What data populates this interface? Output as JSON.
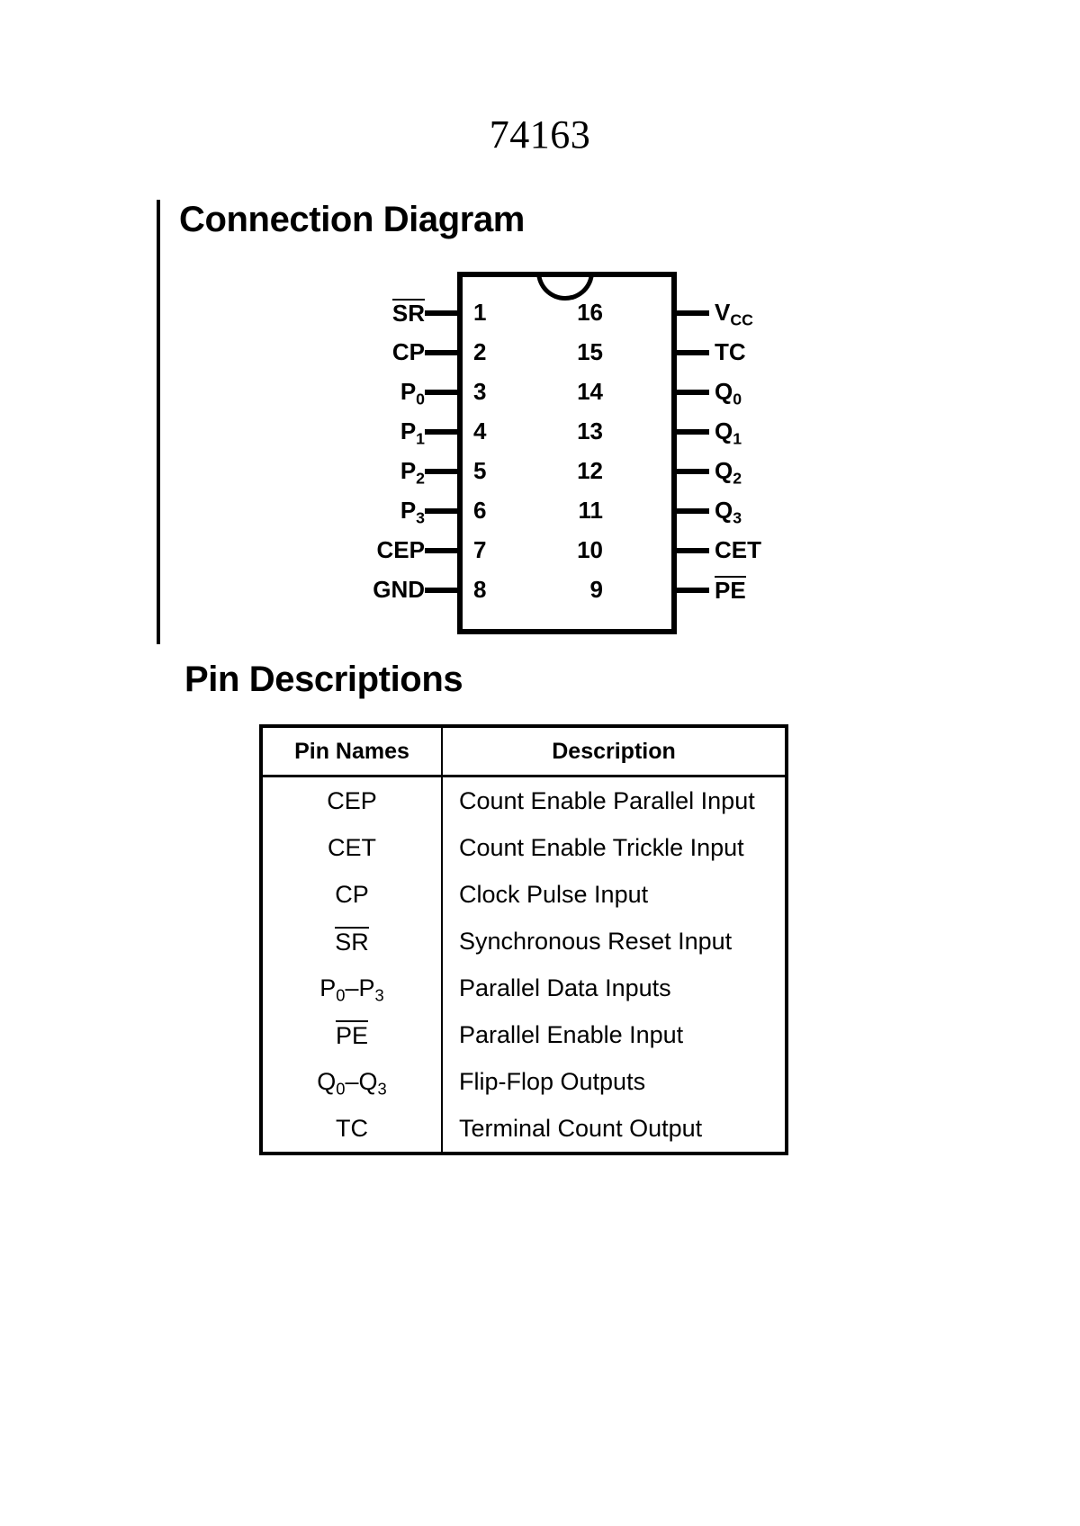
{
  "document": {
    "title": "74163"
  },
  "sections": {
    "connection_diagram": {
      "heading": "Connection Diagram",
      "package": {
        "type": "DIP-16",
        "notch": "top-center-semicircle",
        "left_pins": [
          {
            "number": "1",
            "label": "SR",
            "overbar": true
          },
          {
            "number": "2",
            "label": "CP",
            "overbar": false
          },
          {
            "number": "3",
            "label": "P",
            "subscript": "0",
            "overbar": false
          },
          {
            "number": "4",
            "label": "P",
            "subscript": "1",
            "overbar": false
          },
          {
            "number": "5",
            "label": "P",
            "subscript": "2",
            "overbar": false
          },
          {
            "number": "6",
            "label": "P",
            "subscript": "3",
            "overbar": false
          },
          {
            "number": "7",
            "label": "CEP",
            "overbar": false
          },
          {
            "number": "8",
            "label": "GND",
            "overbar": false
          }
        ],
        "right_pins": [
          {
            "number": "16",
            "label": "V",
            "subscript": "CC",
            "overbar": false
          },
          {
            "number": "15",
            "label": "TC",
            "overbar": false
          },
          {
            "number": "14",
            "label": "Q",
            "subscript": "0",
            "overbar": false
          },
          {
            "number": "13",
            "label": "Q",
            "subscript": "1",
            "overbar": false
          },
          {
            "number": "12",
            "label": "Q",
            "subscript": "2",
            "overbar": false
          },
          {
            "number": "11",
            "label": "Q",
            "subscript": "3",
            "overbar": false
          },
          {
            "number": "10",
            "label": "CET",
            "overbar": false
          },
          {
            "number": "9",
            "label": "PE",
            "overbar": true
          }
        ]
      }
    },
    "pin_descriptions": {
      "heading": "Pin Descriptions",
      "table": {
        "columns": [
          "Pin Names",
          "Description"
        ],
        "rows": [
          {
            "name": "CEP",
            "name_parts": {
              "base": "CEP",
              "subscript": "",
              "overbar": false
            },
            "description": "Count Enable Parallel Input"
          },
          {
            "name": "CET",
            "name_parts": {
              "base": "CET",
              "subscript": "",
              "overbar": false
            },
            "description": "Count Enable Trickle Input"
          },
          {
            "name": "CP",
            "name_parts": {
              "base": "CP",
              "subscript": "",
              "overbar": false
            },
            "description": "Clock Pulse Input"
          },
          {
            "name": "SR",
            "name_parts": {
              "base": "SR",
              "subscript": "",
              "overbar": true
            },
            "description": "Synchronous Reset Input"
          },
          {
            "name": "P0-P3",
            "name_parts": {
              "base": "P",
              "subscript": "0",
              "base2": "P",
              "subscript2": "3",
              "separator": "–",
              "overbar": false
            },
            "description": "Parallel Data Inputs"
          },
          {
            "name": "PE",
            "name_parts": {
              "base": "PE",
              "subscript": "",
              "overbar": true
            },
            "description": "Parallel Enable Input"
          },
          {
            "name": "Q0-Q3",
            "name_parts": {
              "base": "Q",
              "subscript": "0",
              "base2": "Q",
              "subscript2": "3",
              "separator": "–",
              "overbar": false
            },
            "description": "Flip-Flop Outputs"
          },
          {
            "name": "TC",
            "name_parts": {
              "base": "TC",
              "subscript": "",
              "overbar": false
            },
            "description": "Terminal Count Output"
          }
        ]
      }
    }
  },
  "colors": {
    "ink": "#000000",
    "paper": "#ffffff"
  }
}
